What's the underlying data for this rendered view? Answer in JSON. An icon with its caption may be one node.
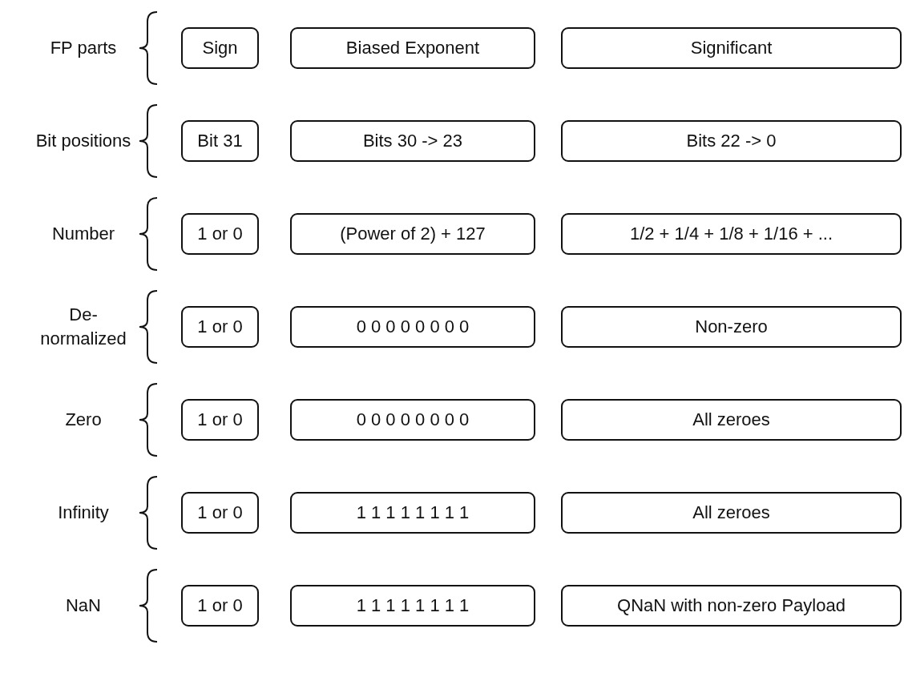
{
  "diagram": {
    "nodes": [
      {
        "text": [
          "Sign"
        ]
      },
      {
        "text": [
          "Biased Exponent"
        ]
      },
      {
        "text": [
          "Significant"
        ]
      },
      {
        "text": [
          "Bit 31"
        ]
      },
      {
        "text": [
          "Bits 30 -> 23"
        ]
      },
      {
        "text": [
          "Bits 22 -> 0"
        ]
      },
      {
        "text": [
          "1 or 0"
        ]
      },
      {
        "text": [
          "(Power of 2) + 127"
        ]
      },
      {
        "text": [
          "1/2 + 1/4 + 1/8 + 1/16 + ..."
        ]
      },
      {
        "text": [
          "1 or 0"
        ]
      },
      {
        "text": [
          "0 0 0 0 0 0 0 0"
        ]
      },
      {
        "text": [
          "Non-zero"
        ]
      },
      {
        "text": [
          "1 or 0"
        ]
      },
      {
        "text": [
          "0 0 0 0 0 0 0 0"
        ]
      },
      {
        "text": [
          "All zeroes"
        ]
      },
      {
        "text": [
          "1 or 0"
        ]
      },
      {
        "text": [
          "1 1 1 1 1 1 1 1"
        ]
      },
      {
        "text": [
          "All zeroes"
        ]
      },
      {
        "text": [
          "1 or 0"
        ]
      },
      {
        "text": [
          "1 1 1 1 1 1 1 1"
        ]
      },
      {
        "text": [
          "QNaN with non-zero Payload"
        ]
      }
    ],
    "labels": [
      "FP parts",
      "Bit positions",
      "Number",
      "De- normalized",
      "Zero",
      "Infinity",
      "NaN"
    ]
  }
}
